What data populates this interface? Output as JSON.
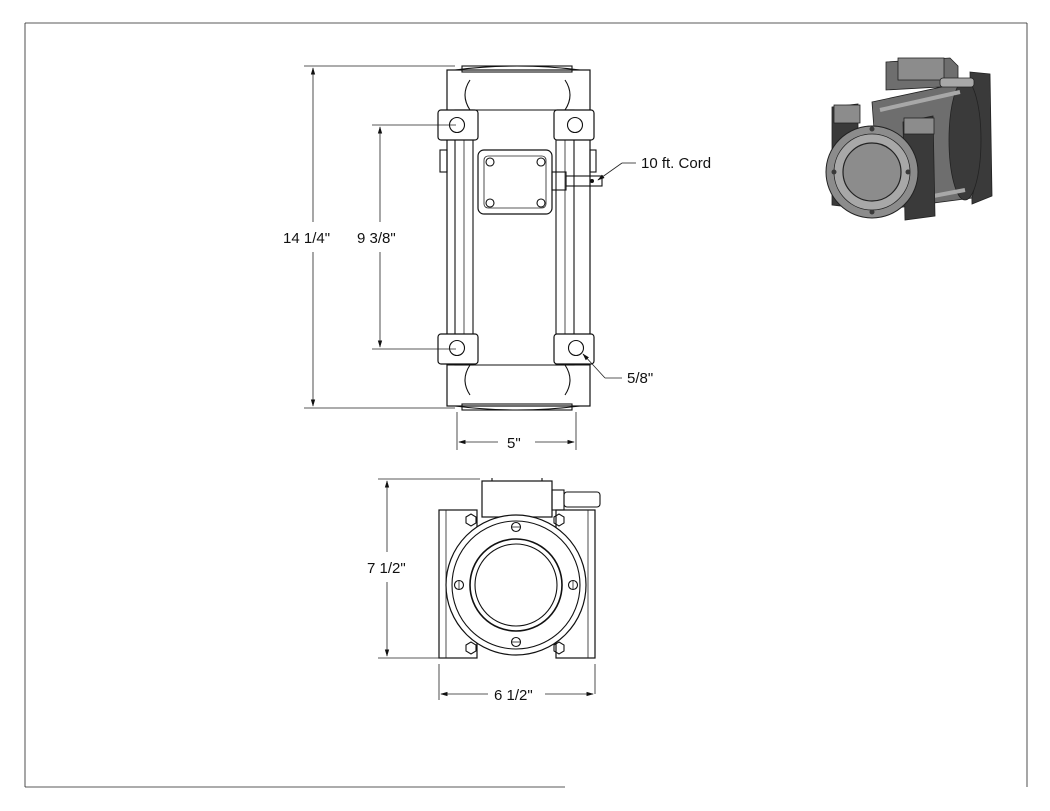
{
  "labels": {
    "overall_length": "14 1/4\"",
    "bolt_spacing": "9 3/8\"",
    "body_width": "5\"",
    "hole_diameter": "5/8\"",
    "cord": "10 ft. Cord",
    "end_height": "7 1/2\"",
    "end_width": "6 1/2\""
  },
  "colors": {
    "line": "#111111",
    "iso_dark": "#3a3a3a",
    "iso_mid": "#6e6e6e",
    "iso_light": "#a8a8a8",
    "iso_face": "#8c8c8c"
  }
}
